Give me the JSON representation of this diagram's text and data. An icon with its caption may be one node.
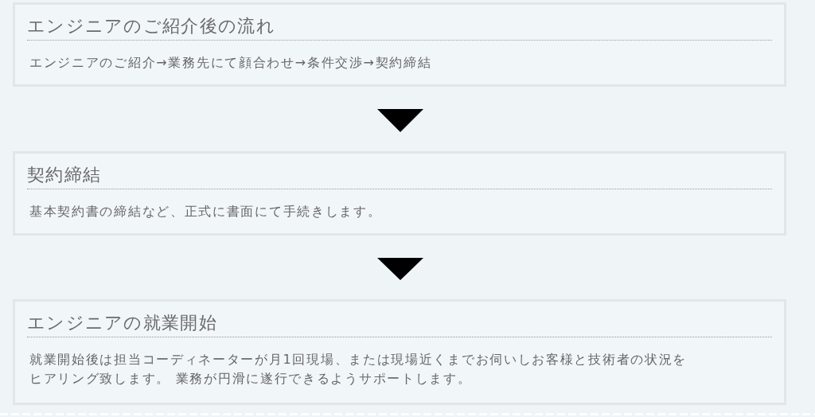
{
  "diagram": {
    "nodes": [
      {
        "text": [
          "エンジニアのご紹介後の流れ",
          "エンジニアのご紹介→業務先にて顔合わせ→条件交渉→契約締結"
        ]
      },
      {
        "text": [
          "契約締結",
          "基本契約書の締結など、正式に書面にて手続きします。"
        ]
      },
      {
        "text": [
          "エンジニアの就業開始",
          "就業開始後は担当コーディネーターが月1回現場、または現場近くまでお伺いしお客様と技術者の状況をヒアリング致します。 業務が円滑に遂行できるようサポートします。"
        ]
      }
    ],
    "edges": [
      {
        "from": 0,
        "to": 1,
        "arrow": "to"
      },
      {
        "from": 1,
        "to": 2,
        "arrow": "to"
      }
    ]
  }
}
